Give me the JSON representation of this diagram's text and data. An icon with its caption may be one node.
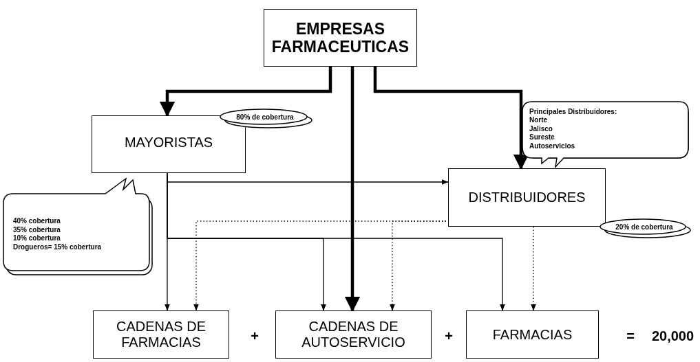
{
  "diagram": {
    "nodes": [
      {
        "text": [
          "EMPRESAS FARMACEUTICAS"
        ]
      },
      {
        "text": [
          "MAYORISTAS"
        ]
      },
      {
        "text": [
          "80% de cobertura"
        ]
      },
      {
        "text": [
          "Principales Distribuidores:",
          "Norte",
          "Jalisco",
          "Sureste",
          "Autoservicios"
        ]
      },
      {
        "text": [
          "DISTRIBUIDORES"
        ]
      },
      {
        "text": [
          "20% de cobertura"
        ]
      },
      {
        "text": [
          "40% cobertura",
          "35% cobertura",
          "10% cobertura",
          "Drogueros= 15% cobertura"
        ]
      },
      {
        "text": [
          "CADENAS DE FARMACIAS"
        ]
      },
      {
        "text": [
          "CADENAS DE AUTOSERVICIO"
        ]
      },
      {
        "text": [
          "FARMACIAS"
        ]
      }
    ],
    "edges": [
      {
        "from": 0,
        "to": 1,
        "arrow": "to",
        "style": "thick"
      },
      {
        "from": 0,
        "to": 8,
        "arrow": "to",
        "style": "thick"
      },
      {
        "from": 0,
        "to": 4,
        "arrow": "to",
        "style": "thick"
      },
      {
        "from": 1,
        "to": 4,
        "arrow": "to"
      },
      {
        "from": 1,
        "to": 7,
        "arrow": "to"
      },
      {
        "from": 1,
        "to": 8,
        "arrow": "to"
      },
      {
        "from": 1,
        "to": 9,
        "arrow": "to"
      },
      {
        "from": 4,
        "to": 7,
        "arrow": "to",
        "style": "dashed"
      },
      {
        "from": 4,
        "to": 8,
        "arrow": "to",
        "style": "dashed"
      },
      {
        "from": 4,
        "to": 9,
        "arrow": "to",
        "style": "dashed"
      }
    ],
    "labels": [
      "+",
      "+",
      "=",
      "20,000"
    ]
  }
}
